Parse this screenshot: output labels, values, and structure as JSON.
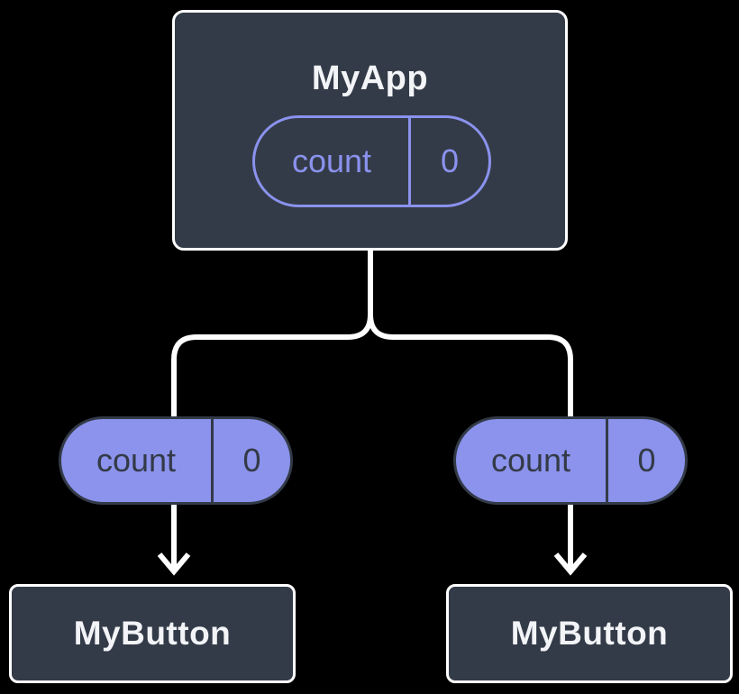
{
  "diagram": {
    "type": "component-tree",
    "background_color": "#000000",
    "connector_color": "#ffffff",
    "box_fill_color": "#343b48",
    "box_border_color": "#ffffff",
    "pill_purple_color": "#8b93ed",
    "dark_slate_color": "#333a47",
    "title_text_color": "#f2f4f7",
    "root": {
      "name": "MyApp",
      "state_pill": {
        "label": "count",
        "value": "0"
      }
    },
    "children": [
      {
        "name": "MyButton",
        "prop_pill": {
          "label": "count",
          "value": "0"
        }
      },
      {
        "name": "MyButton",
        "prop_pill": {
          "label": "count",
          "value": "0"
        }
      }
    ]
  }
}
